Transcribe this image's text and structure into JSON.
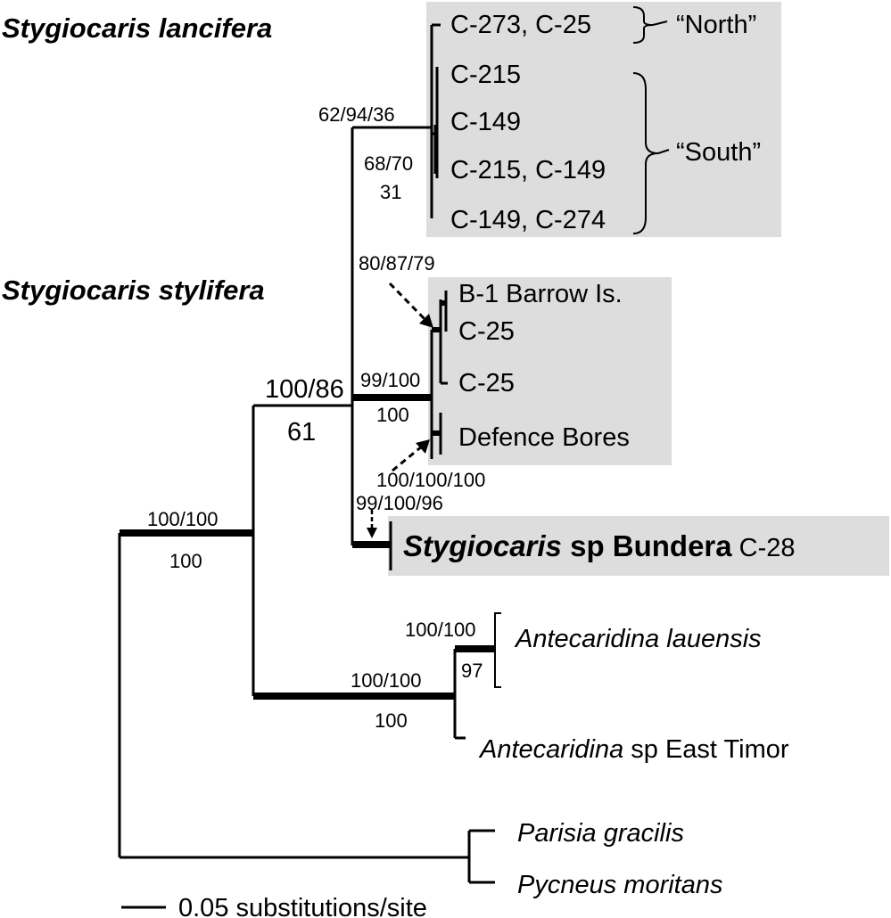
{
  "groups": {
    "lancifera": "Stygiocaris lancifera",
    "stylifera": "Stygiocaris stylifera"
  },
  "tips": {
    "t1": "C-273, C-25",
    "t2": "C-215",
    "t3": "C-149",
    "t4": "C-215, C-149",
    "t5": "C-149, C-274",
    "t6": "B-1 Barrow Is.",
    "t7": "C-25",
    "t8": "C-25",
    "t9": "Defence Bores",
    "bundera_genus": "Stygiocaris",
    "bundera_rest": " sp Bundera",
    "bundera_code": " C-28",
    "ant1": "Antecaridina lauensis",
    "ant2_genus": "Antecaridina",
    "ant2_rest": " sp East Timor",
    "out1": "Parisia gracilis",
    "out2": "Pycneus moritans"
  },
  "clades": {
    "north": "“North”",
    "south": "“South”"
  },
  "support": {
    "s1": "62/94/36",
    "s2a": "68/70",
    "s2b": "31",
    "s3": "80/87/79",
    "s4a": "100/86",
    "s4b": "61",
    "s5a": "99/100",
    "s5b": "100",
    "s6a": "100/100/100",
    "s6b": "99/100/96",
    "s7a": "100/100",
    "s7b": "100",
    "s8a": "100/100",
    "s8b": "97",
    "s9a": "100/100",
    "s9b": "100"
  },
  "scale": {
    "label": "0.05 substitutions/site"
  }
}
